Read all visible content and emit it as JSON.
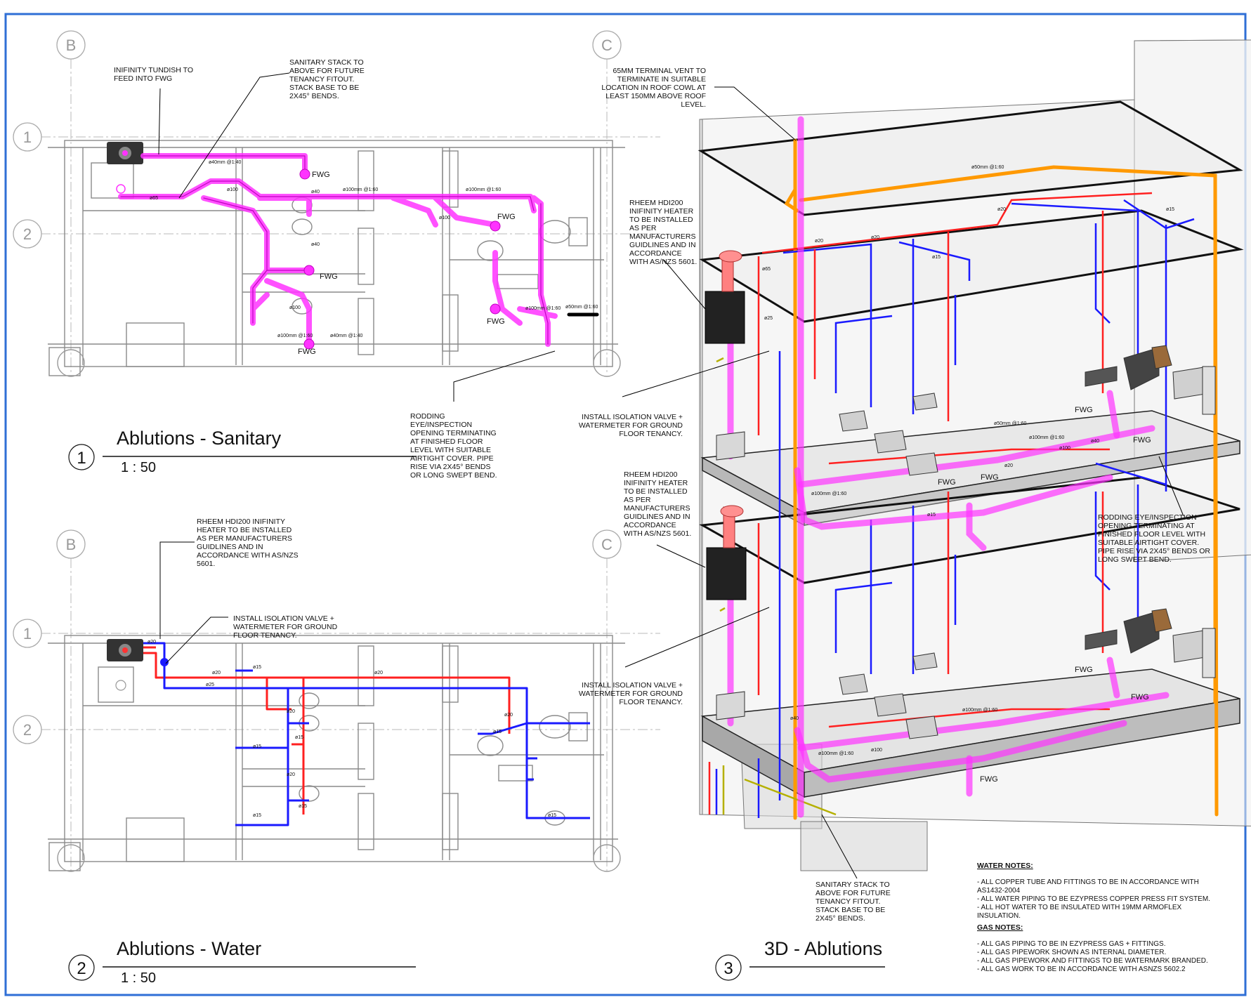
{
  "views": {
    "sanitary": {
      "number": "1",
      "title": "Ablutions - Sanitary",
      "scale": "1 : 50"
    },
    "water": {
      "number": "2",
      "title": "Ablutions - Water",
      "scale": "1 : 50"
    },
    "iso3d": {
      "number": "3",
      "title": "3D - Ablutions"
    }
  },
  "gridlines": {
    "top": {
      "B": "B",
      "C": "C",
      "one": "1",
      "two": "2"
    },
    "bottom": {
      "B": "B",
      "C": "C",
      "one": "1",
      "two": "2"
    }
  },
  "callouts": {
    "tundish": [
      "INIFINITY TUNDISH TO",
      "FEED INTO FWG"
    ],
    "sanitary_stack_plan": [
      "SANITARY STACK TO",
      "ABOVE FOR FUTURE",
      "TENANCY FITOUT.",
      "STACK BASE TO BE",
      "2X45° BENDS."
    ],
    "rodding_plan": [
      "RODDING",
      "EYE/INSPECTION",
      "OPENING TERMINATING",
      "AT FINISHED FLOOR",
      "LEVEL WITH SUITABLE",
      "AIRTIGHT COVER. PIPE",
      "RISE VIA 2X45° BENDS",
      "OR LONG SWEPT BEND."
    ],
    "heater_plan": [
      "RHEEM HDI200 INIFINITY",
      "HEATER TO BE INSTALLED",
      "AS PER MANUFACTURERS",
      "GUIDLINES AND IN",
      "ACCORDANCE WITH AS/NZS",
      "5601."
    ],
    "isolation_plan": [
      "INSTALL ISOLATION VALVE +",
      "WATERMETER FOR GROUND",
      "FLOOR TENANCY."
    ],
    "terminal_vent": [
      "65MM TERMINAL VENT TO",
      "TERMINATE IN SUITABLE",
      "LOCATION IN ROOF COWL AT",
      "LEAST 150MM ABOVE ROOF",
      "LEVEL."
    ],
    "heater_3d_upper": [
      "RHEEM HDI200",
      "INIFINITY HEATER",
      "TO BE INSTALLED",
      "AS PER",
      "MANUFACTURERS",
      "GUIDLINES AND IN",
      "ACCORDANCE",
      "WITH AS/NZS 5601."
    ],
    "isolation_3d_upper": [
      "INSTALL ISOLATION VALVE +",
      "WATERMETER FOR GROUND",
      "FLOOR TENANCY."
    ],
    "heater_3d_lower": [
      "RHEEM HDI200",
      "INIFINITY HEATER",
      "TO BE INSTALLED",
      "AS PER",
      "MANUFACTURERS",
      "GUIDLINES AND IN",
      "ACCORDANCE",
      "WITH AS/NZS 5601."
    ],
    "isolation_3d_lower": [
      "INSTALL ISOLATION VALVE +",
      "WATERMETER FOR GROUND",
      "FLOOR TENANCY."
    ],
    "rodding_3d": [
      "RODDING EYE/INSPECTION",
      "OPENING TERMINATING AT",
      "FINISHED FLOOR LEVEL WITH",
      "SUITABLE AIRTIGHT COVER.",
      "PIPE RISE VIA 2X45° BENDS OR",
      "LONG SWEPT BEND."
    ],
    "sanitary_stack_3d": [
      "SANITARY STACK TO",
      "ABOVE FOR FUTURE",
      "TENANCY FITOUT.",
      "STACK BASE TO BE",
      "2X45° BENDS."
    ]
  },
  "pipe_labels": {
    "sanitary": {
      "fwg": "FWG",
      "d40_1_40": "ø40mm @1:40",
      "d100_1_60": "ø100mm @1:60",
      "d100_1_60b": "ø100mm @1:60",
      "d65": "ø65",
      "d100": "ø100",
      "d100b": "ø100",
      "d100c": "ø100",
      "d40": "ø40",
      "d40b": "ø40",
      "d100_1_60c": "ø100mm @1:60",
      "d50_1_60": "ø50mm @1:60",
      "d100_1_60d": "ø100mm @1:60",
      "d40_1_40b": "ø40mm @1:40"
    },
    "water": {
      "d20": "ø20",
      "d20b": "ø20",
      "d20c": "ø20",
      "d20d": "ø20",
      "d25": "ø25",
      "d15": "ø15",
      "d15b": "ø15",
      "d15c": "ø15",
      "d15d": "ø15",
      "d15e": "ø15",
      "d15f": "ø15",
      "d15g": "ø15",
      "d20e": "ø20",
      "d20f": "ø20"
    },
    "iso3d": {
      "fwg": "FWG",
      "d50_1_60": "ø50mm @1:60",
      "d20": "ø20",
      "d15": "ø15",
      "d100": "ø100",
      "d40": "ø40",
      "d100_1_60": "ø100mm @1:60",
      "d65": "ø65",
      "d25": "ø25"
    }
  },
  "notes": {
    "water_heading": "WATER NOTES:",
    "water": [
      "- ALL COPPER TUBE AND FITTINGS TO BE IN ACCORDANCE WITH",
      "AS1432-2004",
      "- ALL WATER PIPING TO BE EZYPRESS COPPER PRESS FIT SYSTEM.",
      "- ALL HOT WATER TO BE INSULATED WITH 19MM ARMOFLEX",
      "INSULATION."
    ],
    "gas_heading": "GAS NOTES:",
    "gas": [
      "- ALL GAS PIPING TO BE IN EZYPRESS GAS + FITTINGS.",
      "- ALL GAS PIPEWORK SHOWN AS INTERNAL DIAMETER.",
      "- ALL GAS PIPEWORK AND FITTINGS TO BE WATERMARK BRANDED.",
      "- ALL GAS WORK TO BE IN ACCORDANCE WITH ASNZS 5602.2"
    ]
  },
  "colors": {
    "border": "#2f6fd6",
    "sanitary": "#ff33ff",
    "sanitary_dark": "#c000c0",
    "hot_water": "#ff2020",
    "cold_water": "#1a1aff",
    "vent": "#ff9900",
    "gas": "#b5b000",
    "wall": "#888888",
    "grid": "#b0b0b0"
  }
}
